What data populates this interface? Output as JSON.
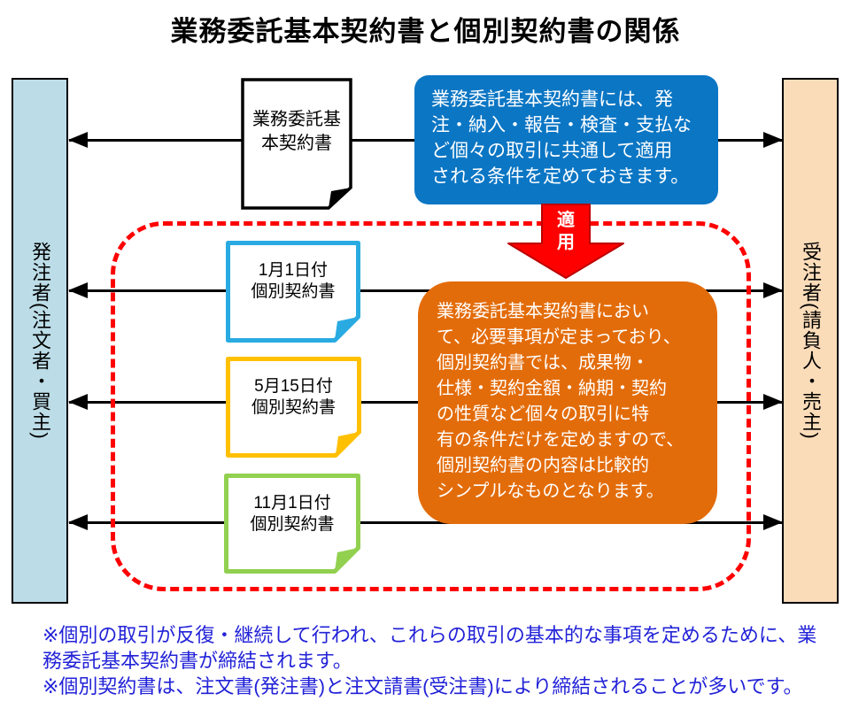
{
  "title": "業務委託基本契約書と個別契約書の関係",
  "left_bar": {
    "label": "発注者(注文者・買主)"
  },
  "right_bar": {
    "label": "受注者(請負人・売主)"
  },
  "basic_contract_doc": {
    "lines": [
      "業務委託基",
      "本契約書"
    ]
  },
  "blue_note": {
    "lines": [
      "業務委託基本契約書には、発",
      "注・納入・報告・検査・支払な",
      "ど個々の取引に共通して適用",
      "される条件を定めておきます。"
    ]
  },
  "apply_arrow": {
    "chars": [
      "適",
      "用"
    ]
  },
  "individual_docs": [
    {
      "lines": [
        "1月1日付",
        "個別契約書"
      ],
      "border_color": "#29ABE2"
    },
    {
      "lines": [
        "5月15日付",
        "個別契約書"
      ],
      "border_color": "#FFC000"
    },
    {
      "lines": [
        "11月1日付",
        "個別契約書"
      ],
      "border_color": "#92D050"
    }
  ],
  "orange_note": {
    "lines": [
      "業務委託基本契約書におい",
      "て、必要事項が定まっており、",
      "個別契約書では、成果物・",
      "仕様・契約金額・納期・契約",
      "の性質など個々の取引に特",
      "有の条件だけを定めますので、",
      "個別契約書の内容は比較的",
      "シンプルなものとなります。"
    ]
  },
  "footnote": {
    "lines": [
      "※個別の取引が反復・継続して行われ、これらの取引の基本的な事項を定めるために、業",
      "務委託基本契約書が締結されます。",
      "※個別契約書は、注文書(発注書)と注文請書(受注書)により締結されることが多いです。"
    ]
  },
  "colors": {
    "orderer_bar_bg": "#BCDDE8",
    "contractor_bar_bg": "#FBDCB9",
    "basic_note_bg": "#0B76C4",
    "detail_note_bg": "#E36C0A",
    "apply_arrow_fill": "#FF0000",
    "apply_arrow_border": "#BD0000",
    "dashed_frame": "#FF0000",
    "basic_doc_border": "#000000",
    "doc1_border": "#29ABE2",
    "doc2_border": "#FFC000",
    "doc3_border": "#92D050",
    "footnote_text": "#2222D8",
    "connector_line": "#000000"
  }
}
